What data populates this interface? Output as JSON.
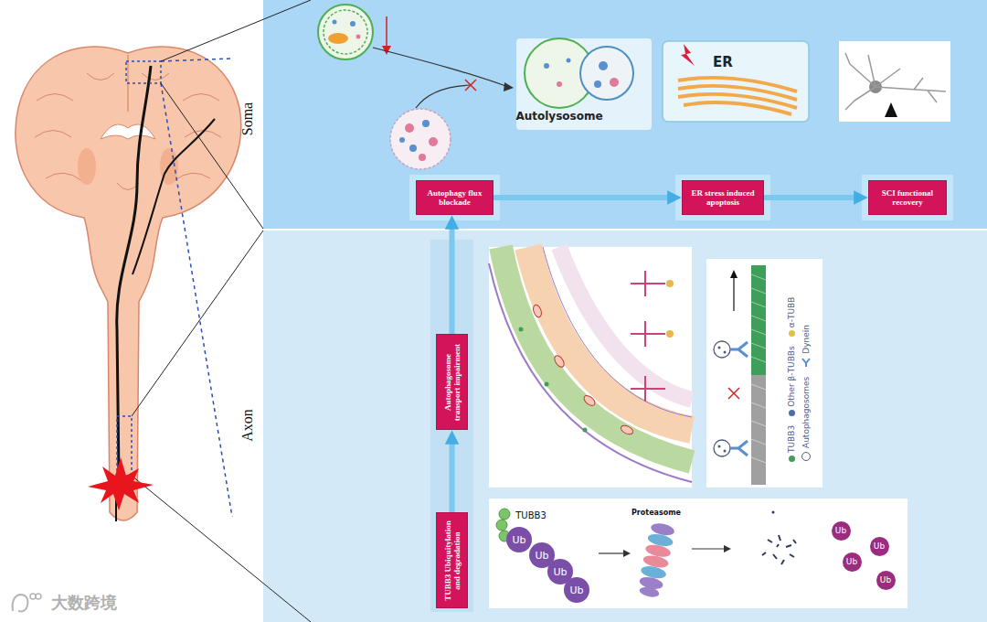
{
  "diagram": {
    "nodes": [
      {
        "text": [
          "ER"
        ]
      },
      {
        "text": [
          "Autophagy flux blockade"
        ]
      },
      {
        "text": [
          "ER stress induced apoptosis"
        ]
      },
      {
        "text": [
          "SCI functional recovery"
        ]
      },
      {
        "text": [
          "Autophagosome transport impairment"
        ]
      },
      {
        "text": [
          "TUBB3 Ubiquitylation and degradation"
        ]
      },
      {
        "text": [
          "Ub"
        ]
      },
      {
        "text": [
          "Ub"
        ]
      },
      {
        "text": [
          "Ub"
        ]
      },
      {
        "text": [
          "Ub"
        ]
      },
      {
        "text": [
          "Ub"
        ]
      },
      {
        "text": [
          "Ub"
        ]
      },
      {
        "text": [
          "Ub"
        ]
      },
      {
        "text": [
          "Ub"
        ]
      }
    ],
    "edges": [
      {
        "from": 1,
        "to": 2,
        "arrow": "to"
      },
      {
        "from": 2,
        "to": 3,
        "arrow": "to"
      },
      {
        "from": 5,
        "to": 4,
        "arrow": "to"
      },
      {
        "from": 4,
        "to": 1,
        "arrow": "to"
      }
    ],
    "labels": [
      "Soma",
      "Axon",
      "Autolysosome",
      "TUBB3",
      "Proteasome",
      "大数跨境"
    ],
    "legend": [
      {
        "text": "TUBB3",
        "color": "#3f9e5a"
      },
      {
        "text": "Other β-TUBBs",
        "color": "#4a6fa8"
      },
      {
        "text": "α-TUBB",
        "color": "#e0c040"
      },
      {
        "text": "Autophagosomes"
      },
      {
        "text": "Dynein"
      }
    ]
  }
}
